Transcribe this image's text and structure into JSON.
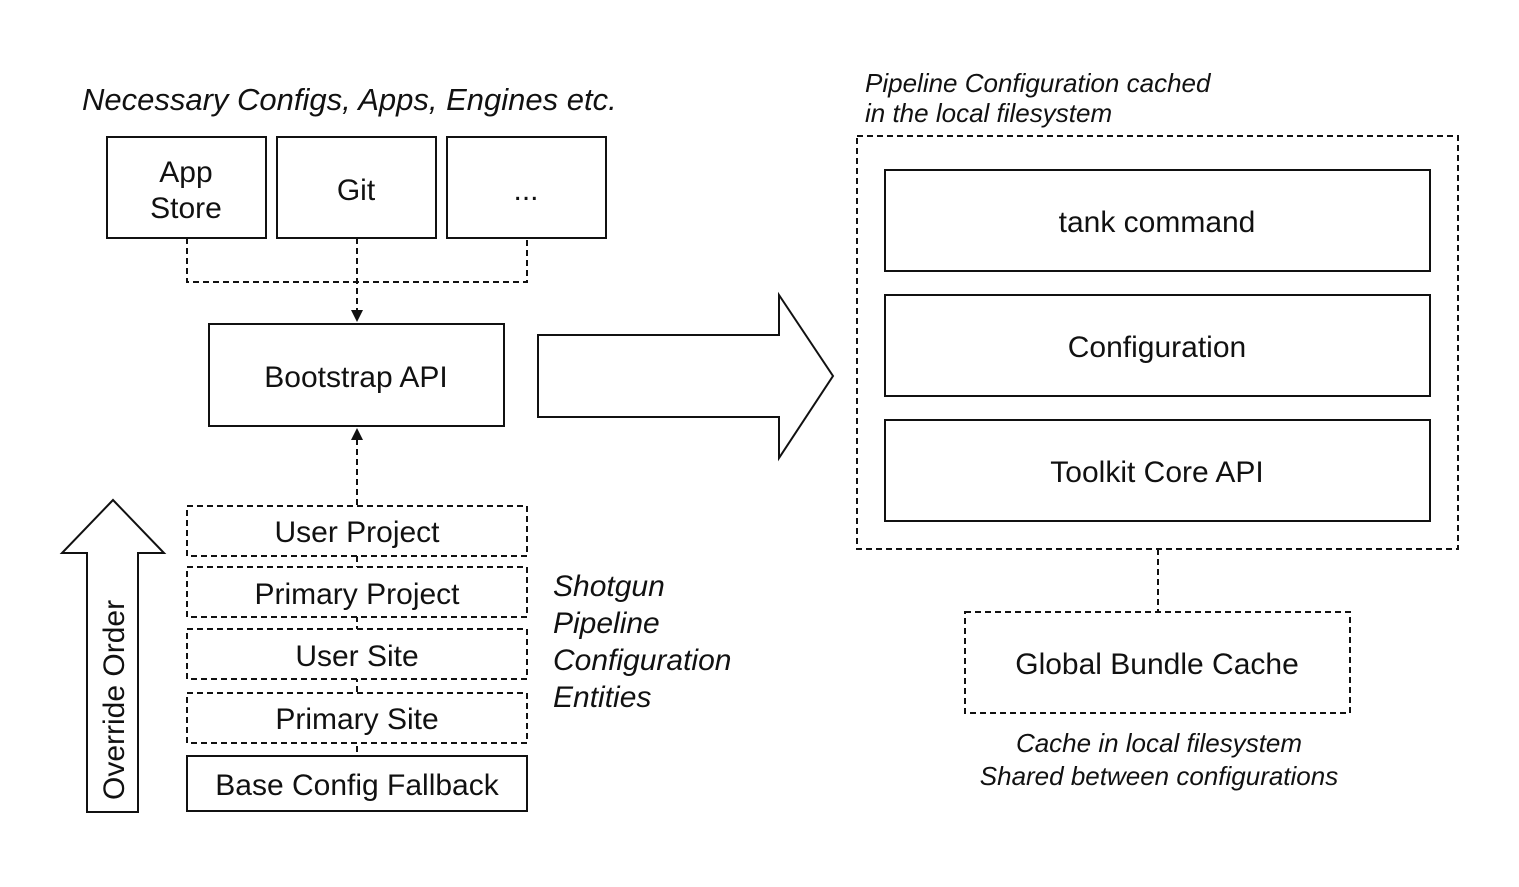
{
  "sources": {
    "heading": "Necessary Configs, Apps, Engines etc.",
    "items": [
      {
        "line1": "App",
        "line2": "Store"
      },
      {
        "line1": "Git",
        "line2": ""
      },
      {
        "line1": "...",
        "line2": ""
      }
    ]
  },
  "bootstrap": {
    "label": "Bootstrap API"
  },
  "pipeline_config": {
    "caption_line1": "Pipeline Configuration cached",
    "caption_line2": "in the local filesystem",
    "layers": [
      "tank command",
      "Configuration",
      "Toolkit Core API"
    ]
  },
  "config_entities": {
    "items": [
      "User Project",
      "Primary Project",
      "User Site",
      "Primary Site",
      "Base Config Fallback"
    ],
    "caption_lines": [
      "Shotgun",
      "Pipeline",
      "Configuration",
      "Entities"
    ]
  },
  "override_arrow": {
    "label": "Override Order"
  },
  "bundle_cache": {
    "label": "Global Bundle Cache",
    "caption_line1": "Cache in local filesystem",
    "caption_line2": "Shared between configurations"
  }
}
